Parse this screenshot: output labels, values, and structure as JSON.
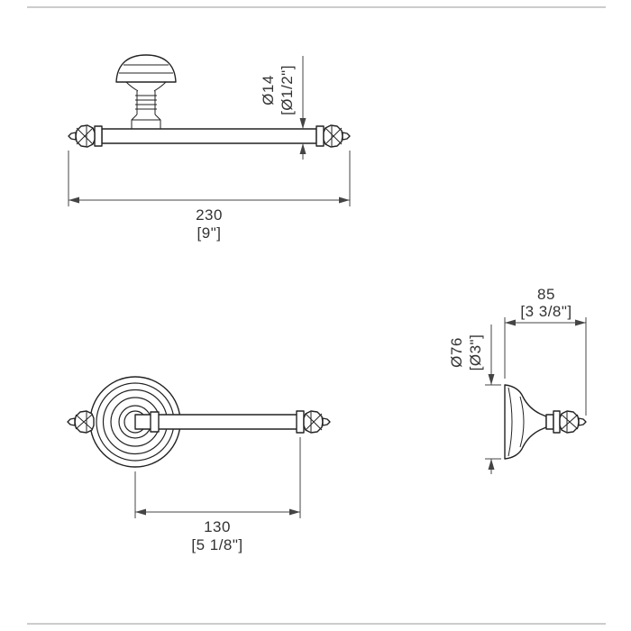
{
  "page": {
    "background": "#ffffff",
    "line_color": "#222222",
    "dimension_color": "#444444"
  },
  "dimensions": {
    "bar_diameter": {
      "metric": "Ø14",
      "imperial": "[Ø1/2\"]"
    },
    "overall_length": {
      "metric": "230",
      "imperial": "[9\"]"
    },
    "arm_length": {
      "metric": "130",
      "imperial": "[5 1/8\"]"
    },
    "depth": {
      "metric": "85",
      "imperial": "[3 3/8\"]"
    },
    "flange_diameter": {
      "metric": "Ø76",
      "imperial": "[Ø3\"]"
    }
  }
}
